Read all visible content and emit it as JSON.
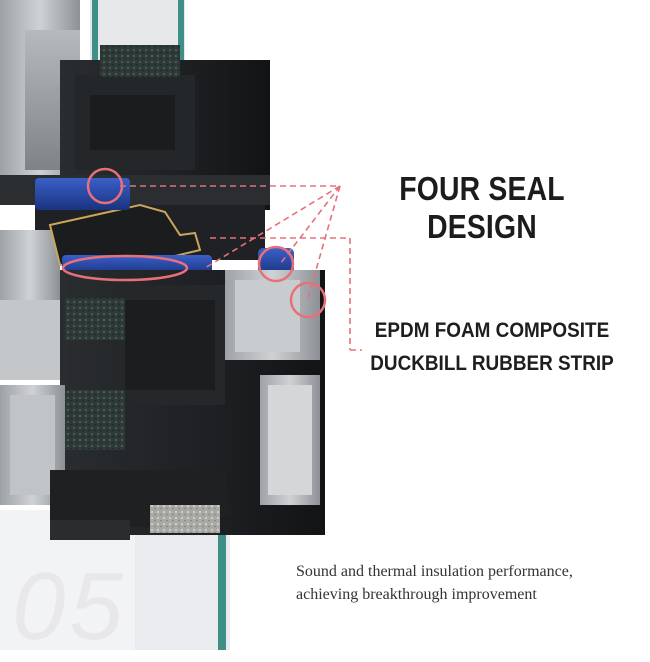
{
  "headline": "FOUR SEAL DESIGN",
  "subheading": {
    "line1": "EPDM FOAM COMPOSITE",
    "line2": "DUCKBILL RUBBER STRIP"
  },
  "description": {
    "line1": "Sound and thermal insulation performance,",
    "line2": "achieving breakthrough improvement"
  },
  "watermark_number": "05",
  "colors": {
    "seal_blue": "#1f3f9e",
    "highlight_pink": "#e8707a",
    "frame_dark": "#1e2124",
    "frame_silver": "#b9bcc0",
    "foam_gold": "#c9a65a",
    "glass_teal": "#3e8f85"
  }
}
